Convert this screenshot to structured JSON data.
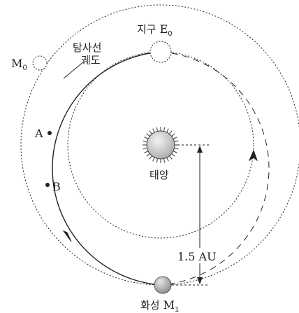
{
  "labels": {
    "earth": "지구",
    "earth_symbol": "E",
    "earth_sub": "0",
    "mars_top": "M",
    "mars_top_sub": "0",
    "probe_orbit_line1": "탐사선",
    "probe_orbit_line2": "궤도",
    "point_a": "A",
    "point_b": "B",
    "sun": "태양",
    "distance": "1.5 AU",
    "mars_bottom": "화성",
    "mars_bottom_symbol": "M",
    "mars_bottom_sub": "1"
  },
  "colors": {
    "line": "#222222",
    "sun_fill": "#d9d9d9",
    "mars_fill": "#b8b8b8"
  }
}
